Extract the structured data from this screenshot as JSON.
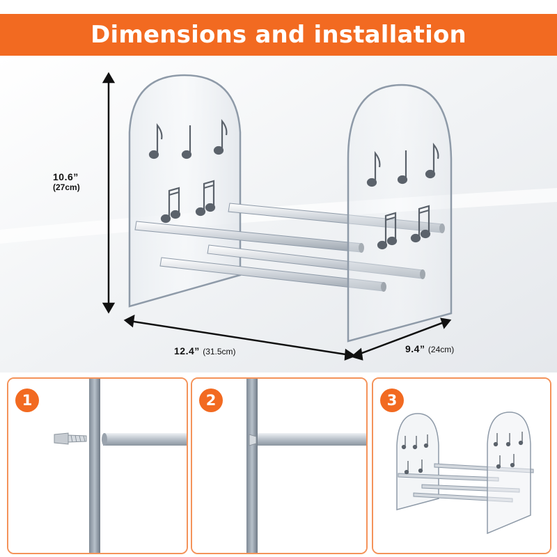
{
  "header": {
    "title": "Dimensions and installation"
  },
  "dimensions": {
    "height": {
      "value": "10.6”",
      "metric": "(27cm)"
    },
    "width": {
      "value": "12.4”",
      "metric": "(31.5cm)"
    },
    "depth": {
      "value": "9.4”",
      "metric": "(24cm)"
    }
  },
  "steps": [
    {
      "number": "1"
    },
    {
      "number": "2"
    },
    {
      "number": "3"
    }
  ],
  "colors": {
    "accent": "#f26a21",
    "card_border": "#f4935a",
    "acrylic_edge": "#8e9aa8",
    "rod": "#c4cad2",
    "note": "#5b626b"
  }
}
